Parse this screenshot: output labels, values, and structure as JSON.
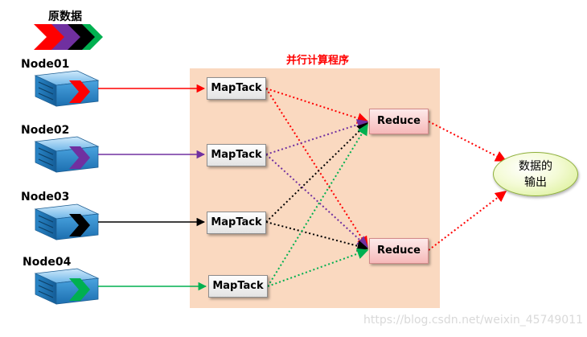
{
  "source_data": {
    "label": "原数据"
  },
  "nodes": [
    {
      "label": "Node01",
      "color": "#ff0000"
    },
    {
      "label": "Node02",
      "color": "#7030a0"
    },
    {
      "label": "Node03",
      "color": "#000000"
    },
    {
      "label": "Node04",
      "color": "#00b050"
    }
  ],
  "chevron_colors": [
    "#ff0000",
    "#7030a0",
    "#000000",
    "#00b050"
  ],
  "parallel": {
    "title": "并行计算程序"
  },
  "map_tasks": [
    "MapTack",
    "MapTack",
    "MapTack",
    "MapTack"
  ],
  "reducers": [
    "Reduce",
    "Reduce"
  ],
  "output": {
    "label": "数据的\n输出"
  },
  "watermark": "https://blog.csdn.net/weixin_45749011",
  "colors": {
    "box_background": "#fad9c0",
    "title": "#ff0000"
  },
  "icons": {
    "server": "server-icon",
    "chevron": "chevron-arrow-icon"
  }
}
